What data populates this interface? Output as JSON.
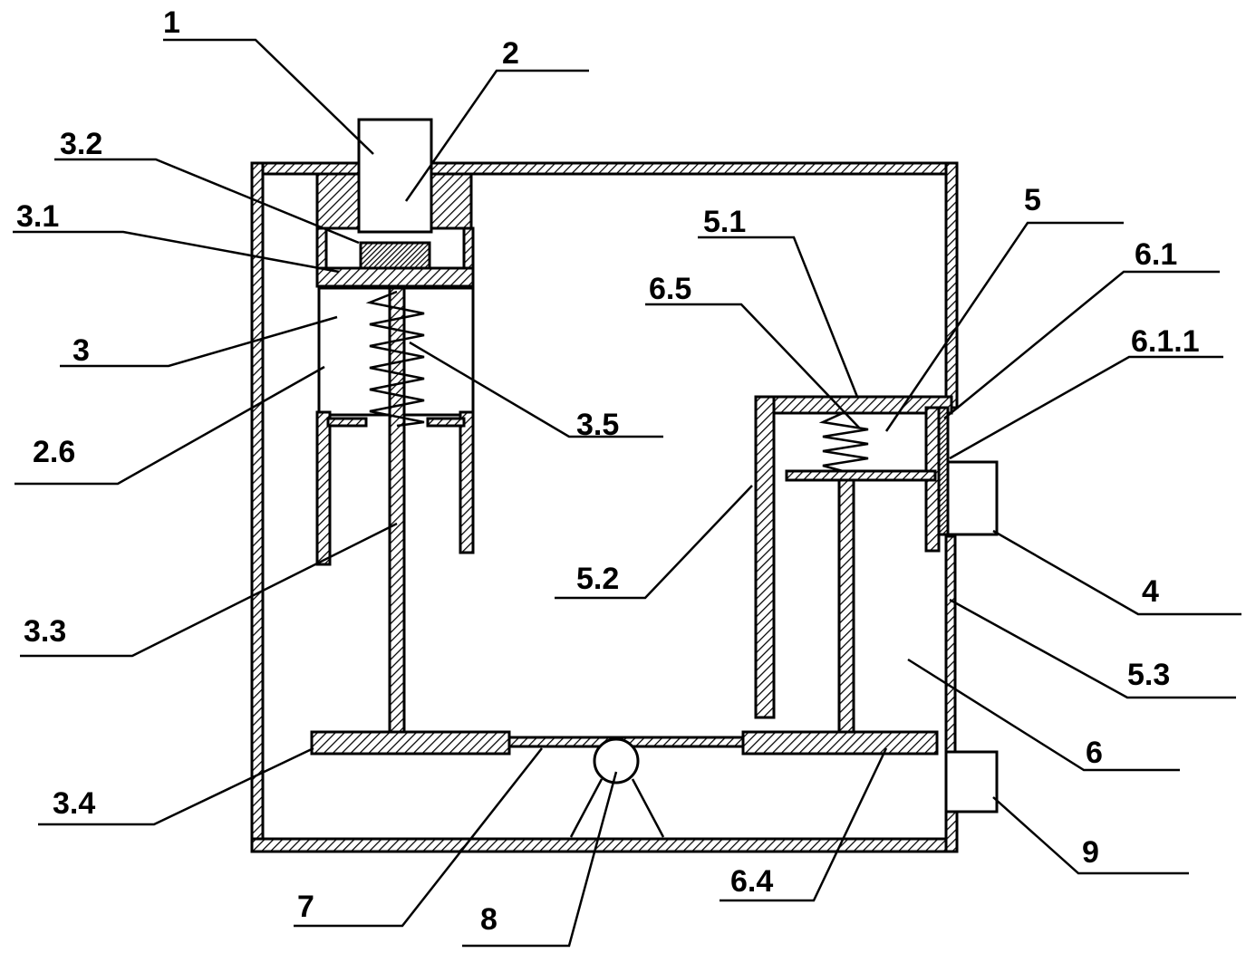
{
  "labels": {
    "l1": "1",
    "l2": "2",
    "l3_2": "3.2",
    "l3_1": "3.1",
    "l3": "3",
    "l2_6": "2.6",
    "l3_3": "3.3",
    "l3_4": "3.4",
    "l3_5": "3.5",
    "l7": "7",
    "l8": "8",
    "l6_4": "6.4",
    "l5_1": "5.1",
    "l5": "5",
    "l6_1": "6.1",
    "l6_5": "6.5",
    "l6_1_1": "6.1.1",
    "l5_2": "5.2",
    "l4": "4",
    "l5_3": "5.3",
    "l6": "6",
    "l9": "9"
  }
}
